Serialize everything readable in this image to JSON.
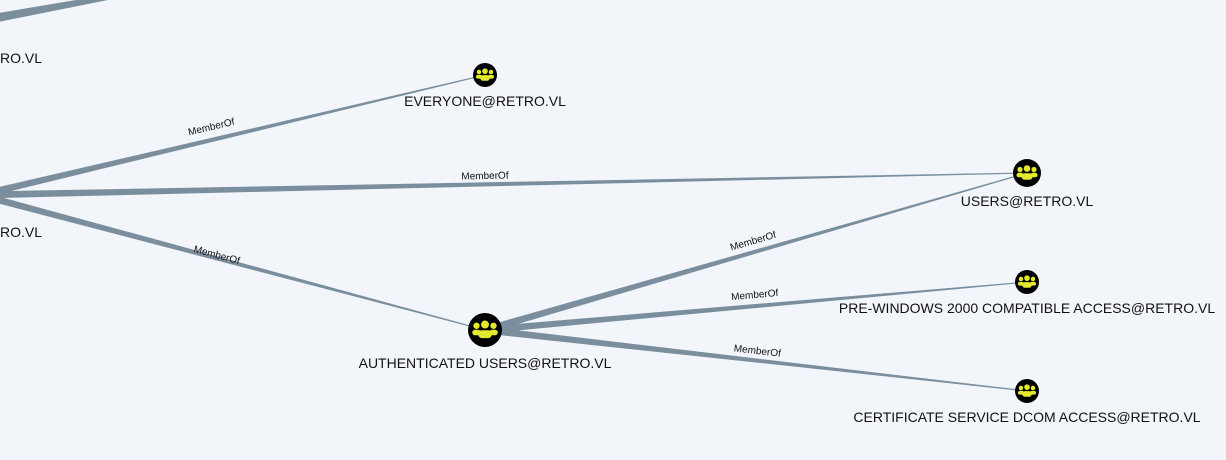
{
  "graph": {
    "background": "#f2f6fb",
    "edge_color": "#7b8e9e",
    "node_color": "#000000",
    "icon_color": "#e3ea2b",
    "node_icon": "group-icon",
    "nodes": [
      {
        "id": "partial-top",
        "label": "RO.VL",
        "kind": "offscreen"
      },
      {
        "id": "partial-mid",
        "label": "RO.VL",
        "kind": "offscreen"
      },
      {
        "id": "everyone",
        "label": "EVERYONE@RETRO.VL",
        "kind": "group"
      },
      {
        "id": "users",
        "label": "USERS@RETRO.VL",
        "kind": "group"
      },
      {
        "id": "authenticated",
        "label": "AUTHENTICATED USERS@RETRO.VL",
        "kind": "group"
      },
      {
        "id": "prewin2000",
        "label": "PRE-WINDOWS 2000 COMPATIBLE ACCESS@RETRO.VL",
        "kind": "group"
      },
      {
        "id": "certdcom",
        "label": "CERTIFICATE SERVICE DCOM ACCESS@RETRO.VL",
        "kind": "group"
      }
    ],
    "edges": [
      {
        "from": "offscreen-top",
        "to": "offscreen-top",
        "label": ""
      },
      {
        "from": "partial-mid",
        "to": "everyone",
        "label": "MemberOf"
      },
      {
        "from": "partial-mid",
        "to": "users",
        "label": "MemberOf"
      },
      {
        "from": "partial-mid",
        "to": "authenticated",
        "label": "MemberOf"
      },
      {
        "from": "authenticated",
        "to": "users",
        "label": "MemberOf"
      },
      {
        "from": "authenticated",
        "to": "prewin2000",
        "label": "MemberOf"
      },
      {
        "from": "authenticated",
        "to": "certdcom",
        "label": "MemberOf"
      }
    ]
  }
}
